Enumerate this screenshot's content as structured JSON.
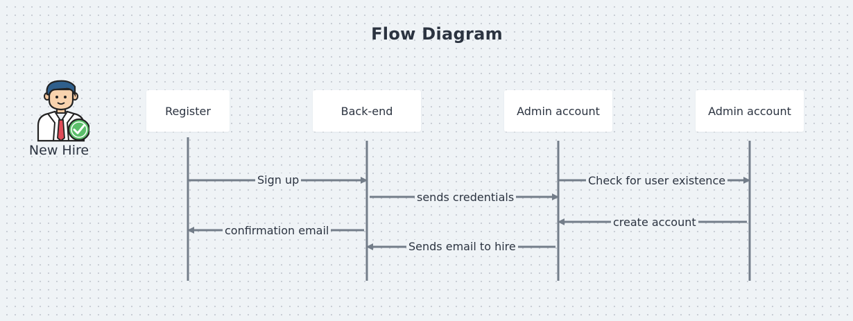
{
  "diagram": {
    "title": "Flow Diagram",
    "actor": {
      "label": "New Hire",
      "icon": "employee-verified-icon"
    },
    "participants": [
      "Register",
      "Back-end",
      "Admin account",
      "Admin account"
    ],
    "messages": [
      {
        "from": 0,
        "to": 1,
        "label": "Sign up"
      },
      {
        "from": 1,
        "to": 2,
        "label": "sends credentials"
      },
      {
        "from": 2,
        "to": 3,
        "label": "Check for user existence"
      },
      {
        "from": 3,
        "to": 2,
        "label": "create account"
      },
      {
        "from": 1,
        "to": 0,
        "label": "confirmation email"
      },
      {
        "from": 2,
        "to": 1,
        "label": "Sends email to hire"
      }
    ],
    "colors": {
      "lifeline": "#737d89",
      "box": "#ffffff",
      "text": "#2b3340",
      "check": "#5bbf6a"
    }
  }
}
